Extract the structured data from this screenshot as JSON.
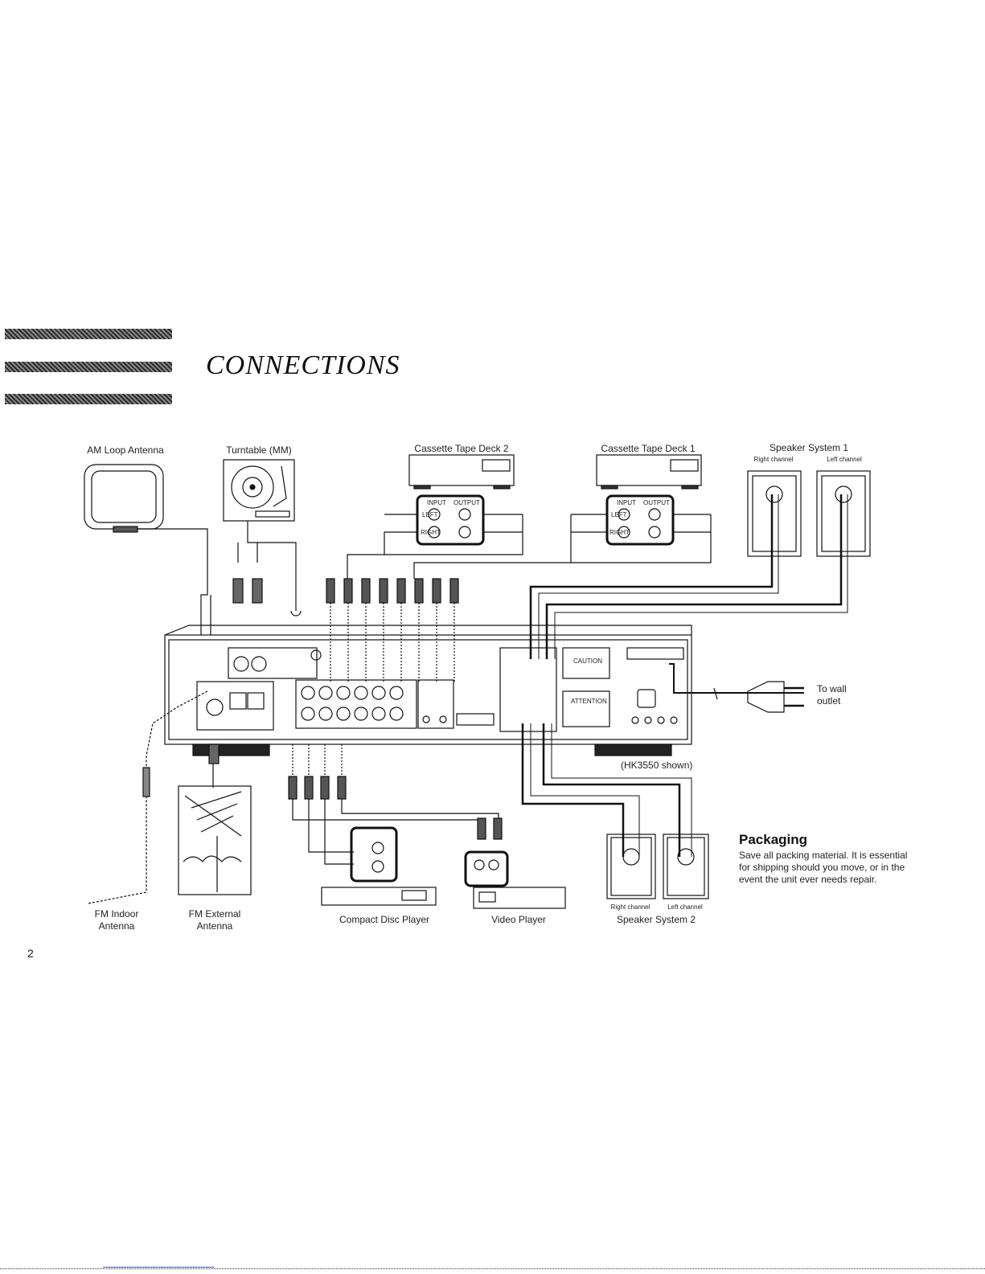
{
  "page": {
    "title": "CONNECTIONS",
    "page_number": "2",
    "model_note": "(HK3550 shown)"
  },
  "components": {
    "am_antenna": "AM Loop Antenna",
    "turntable": "Turntable (MM)",
    "tape_deck_2": "Cassette Tape Deck 2",
    "tape_deck_1": "Cassette Tape Deck 1",
    "speaker_system_1": "Speaker System 1",
    "speaker_system_2": "Speaker System 2",
    "right_channel": "Right channel",
    "left_channel": "Left channel",
    "fm_indoor_line1": "FM Indoor",
    "fm_indoor_line2": "Antenna",
    "fm_external_line1": "FM External",
    "fm_external_line2": "Antenna",
    "cd_player": "Compact Disc Player",
    "video_player": "Video Player",
    "wall_outlet_line1": "To wall",
    "wall_outlet_line2": "outlet"
  },
  "jack_labels": {
    "input": "INPUT",
    "output": "OUTPUT",
    "left": "LEFT",
    "right": "RIGHT",
    "caution": "CAUTION",
    "attention": "ATTENTION"
  },
  "packaging": {
    "title": "Packaging",
    "text": "Save all packing material. It is essential for shipping should you move, or in the event the unit ever needs repair."
  }
}
